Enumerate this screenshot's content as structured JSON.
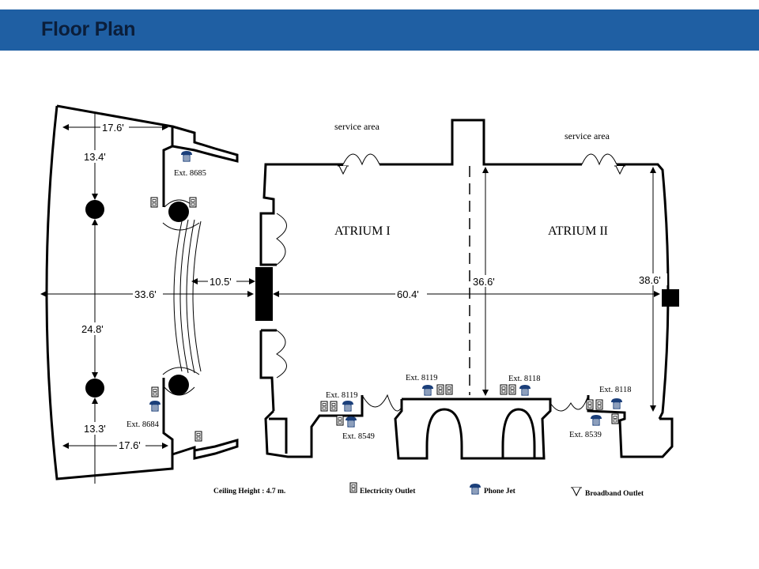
{
  "header": {
    "title": "Floor Plan"
  },
  "plan": {
    "rooms": {
      "atrium_1": "ATRIUM I",
      "atrium_2": "ATRIUM II"
    },
    "service_areas": [
      "service area",
      "service area"
    ],
    "dimensions": {
      "left_top_width": "17.6'",
      "left_top_height": "13.4'",
      "left_mid_height": "24.8'",
      "left_bottom_height": "13.3'",
      "left_bottom_width": "17.6'",
      "left_full_width": "33.6'",
      "corridor_width": "10.5'",
      "atrium_width": "60.4'",
      "atrium_1_depth": "36.6'",
      "atrium_2_depth": "38.6'"
    },
    "extensions": {
      "ext_8685": "Ext. 8685",
      "ext_8684": "Ext. 8684",
      "ext_8119_a": "Ext. 8119",
      "ext_8119_b": "Ext. 8119",
      "ext_8118_a": "Ext. 8118",
      "ext_8118_b": "Ext. 8118",
      "ext_8549": "Ext. 8549",
      "ext_8539": "Ext. 8539"
    },
    "legend": {
      "ceiling_height": "Ceiling Height : 4.7 m.",
      "electricity_outlet": "Electricity Outlet",
      "phone_jet": "Phone Jet",
      "broadband_outlet": "Broadband Outlet"
    },
    "colors": {
      "header_bg": "#1f5fa3",
      "header_text": "#0b1e3a",
      "phone_jack": "#1b3f7a"
    },
    "icons": [
      "electricity-outlet-icon",
      "phone-jack-icon",
      "broadband-outlet-icon",
      "column-icon"
    ]
  }
}
